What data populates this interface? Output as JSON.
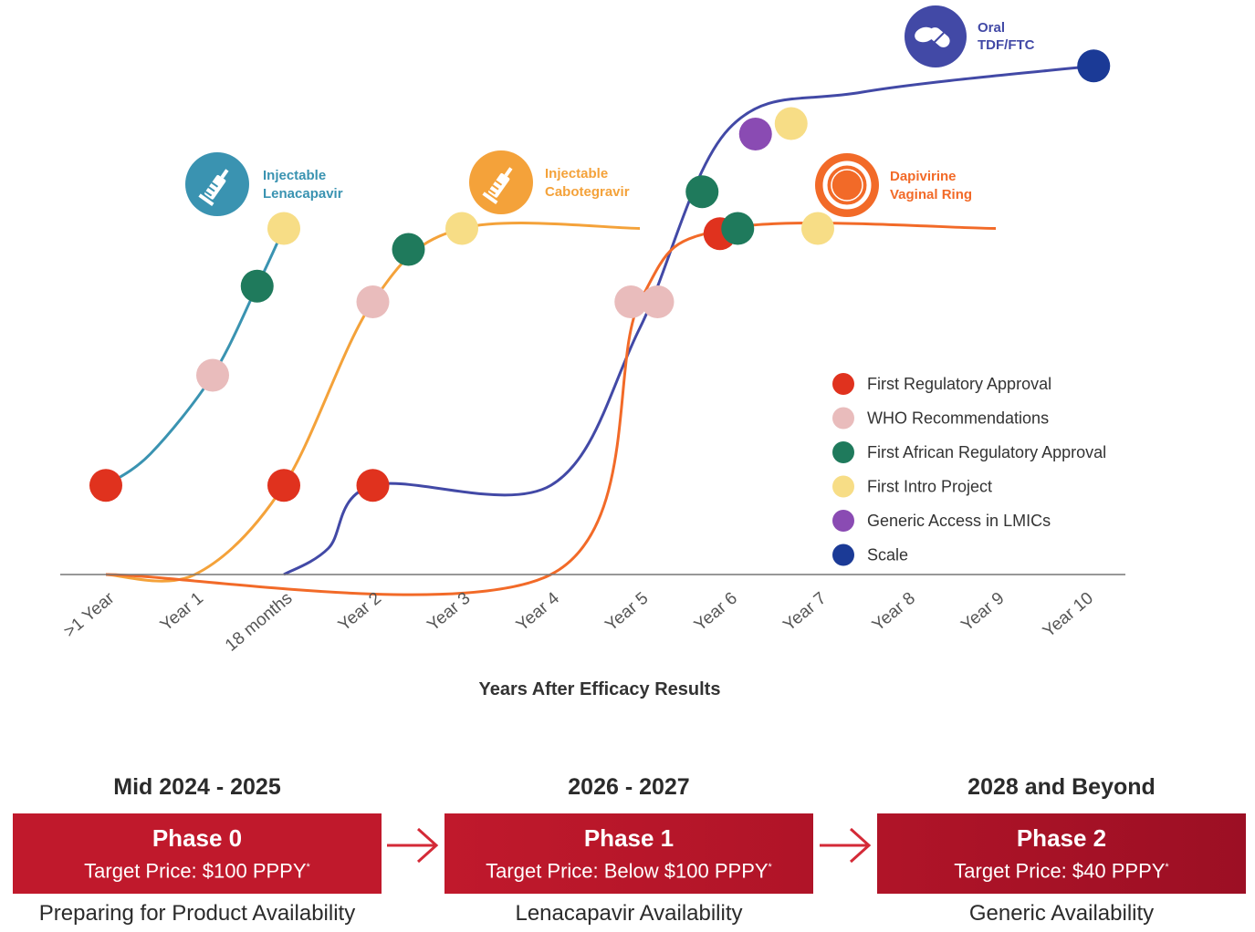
{
  "colors": {
    "red": "#e0321e",
    "pink": "#e9bcbc",
    "green": "#1f7a5c",
    "yellow": "#f7dd86",
    "purple": "#8a4bb3",
    "navy": "#1b3a96",
    "lenacapavir": "#3a93b1",
    "cabotegravir": "#f4a23a",
    "oral": "#4249a6",
    "ring": "#f26a28",
    "axis": "#777777",
    "phase_box_1": "#c0192c",
    "phase_box_2": "#b01428",
    "phase_box_3": "#9c0f24",
    "arrow": "#d42a37"
  },
  "chart_data": {
    "type": "line",
    "xlabel": "Years After Efficacy Results",
    "categories": [
      ">1 Year",
      "Year 1",
      "18 months",
      "Year 2",
      "Year 3",
      "Year 4",
      "Year 5",
      "Year 6",
      "Year 7",
      "Year 8",
      "Year 9",
      "Year 10"
    ],
    "ylim": [
      0,
      100
    ],
    "legend_position": "right",
    "legend": [
      {
        "key": "red",
        "label": "First Regulatory Approval"
      },
      {
        "key": "pink",
        "label": "WHO Recommendations"
      },
      {
        "key": "green",
        "label": "First African Regulatory Approval"
      },
      {
        "key": "yellow",
        "label": "First Intro Project"
      },
      {
        "key": "purple",
        "label": "Generic Access in LMICs"
      },
      {
        "key": "navy",
        "label": "Scale"
      }
    ],
    "series": [
      {
        "name": "Injectable Lenacapavir",
        "color_key": "lenacapavir",
        "icon": "syringe-icon",
        "line": [
          [
            0,
            17
          ],
          [
            0.5,
            23
          ],
          [
            1.2,
            38
          ],
          [
            1.7,
            55
          ],
          [
            2.0,
            66
          ]
        ],
        "milestones": [
          {
            "x": 0,
            "y": 17,
            "key": "red"
          },
          {
            "x": 1.2,
            "y": 38,
            "key": "pink"
          },
          {
            "x": 1.7,
            "y": 55,
            "key": "green"
          },
          {
            "x": 2.0,
            "y": 66,
            "key": "yellow"
          }
        ]
      },
      {
        "name": "Injectable Cabotegravir",
        "color_key": "cabotegravir",
        "icon": "syringe-icon",
        "line": [
          [
            0,
            0
          ],
          [
            1.0,
            0
          ],
          [
            2.0,
            17
          ],
          [
            3.0,
            52
          ],
          [
            4.0,
            66
          ],
          [
            6.0,
            66
          ]
        ],
        "milestones": [
          {
            "x": 2.0,
            "y": 17,
            "key": "red"
          },
          {
            "x": 3.0,
            "y": 52,
            "key": "pink"
          },
          {
            "x": 3.4,
            "y": 62,
            "key": "green"
          },
          {
            "x": 4.0,
            "y": 66,
            "key": "yellow"
          }
        ]
      },
      {
        "name": "Oral TDF/FTC",
        "color_key": "oral",
        "icon": "pill-icon",
        "line": [
          [
            2.0,
            0
          ],
          [
            2.5,
            5
          ],
          [
            3.0,
            17
          ],
          [
            5.0,
            17
          ],
          [
            6.0,
            47
          ],
          [
            7.0,
            85
          ],
          [
            8.5,
            92
          ],
          [
            11.1,
            97
          ]
        ],
        "milestones": [
          {
            "x": 3.0,
            "y": 17,
            "key": "red"
          },
          {
            "x": 6.2,
            "y": 52,
            "key": "pink"
          },
          {
            "x": 6.7,
            "y": 73,
            "key": "green"
          },
          {
            "x": 7.3,
            "y": 84,
            "key": "purple"
          },
          {
            "x": 7.7,
            "y": 86,
            "key": "yellow"
          },
          {
            "x": 11.1,
            "y": 97,
            "key": "navy"
          }
        ]
      },
      {
        "name": "Dapivirine Vaginal Ring",
        "color_key": "ring",
        "icon": "ring-icon",
        "line": [
          [
            0,
            0
          ],
          [
            5.0,
            0
          ],
          [
            6.0,
            52
          ],
          [
            7.0,
            66
          ],
          [
            10.0,
            66
          ]
        ],
        "milestones": [
          {
            "x": 5.9,
            "y": 52,
            "key": "pink"
          },
          {
            "x": 6.9,
            "y": 65,
            "key": "red"
          },
          {
            "x": 7.1,
            "y": 66,
            "key": "green"
          },
          {
            "x": 8.0,
            "y": 66,
            "key": "yellow"
          }
        ]
      }
    ],
    "products": [
      {
        "label_line1": "Injectable",
        "label_line2": "Lenacapavir",
        "color_key": "lenacapavir",
        "icon": "syringe-icon"
      },
      {
        "label_line1": "Injectable",
        "label_line2": "Cabotegravir",
        "color_key": "cabotegravir",
        "icon": "syringe-icon"
      },
      {
        "label_line1": "Oral",
        "label_line2": "TDF/FTC",
        "color_key": "oral",
        "icon": "pill-icon"
      },
      {
        "label_line1": "Dapivirine",
        "label_line2": "Vaginal Ring",
        "color_key": "ring",
        "icon": "ring-icon"
      }
    ]
  },
  "phases": [
    {
      "period": "Mid 2024 - 2025",
      "name": "Phase 0",
      "price": "Target Price: $100 PPPY",
      "price_mark": "*",
      "caption": "Preparing for Product Availability"
    },
    {
      "period": "2026 - 2027",
      "name": "Phase 1",
      "price": "Target Price: Below $100 PPPY",
      "price_mark": "*",
      "caption": "Lenacapavir Availability"
    },
    {
      "period": "2028 and Beyond",
      "name": "Phase 2",
      "price": "Target Price: $40 PPPY",
      "price_mark": "*",
      "caption": "Generic Availability"
    }
  ]
}
